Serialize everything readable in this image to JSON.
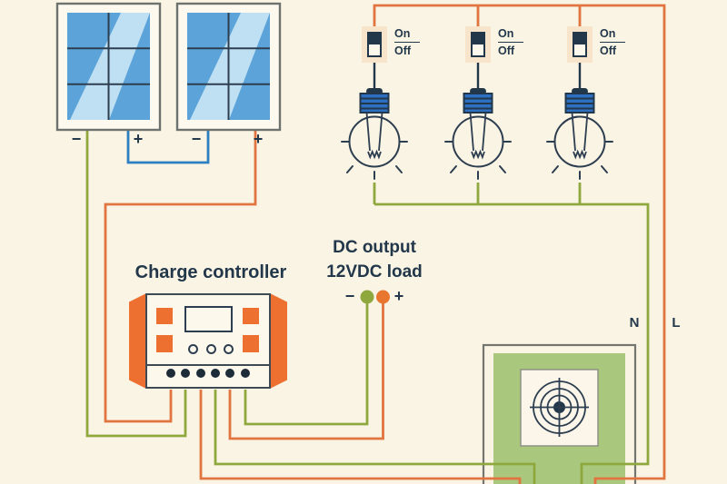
{
  "solar_array": {
    "panel1_neg": "−",
    "panel1_pos": "+",
    "panel2_neg": "−",
    "panel2_pos": "+"
  },
  "switches": [
    {
      "on": "On",
      "off": "Off"
    },
    {
      "on": "On",
      "off": "Off"
    },
    {
      "on": "On",
      "off": "Off"
    }
  ],
  "controller": {
    "title": "Charge controller"
  },
  "dc_output": {
    "title_line1": "DC output",
    "title_line2": "12VDC load",
    "neg_sign": "−",
    "pos_sign": "+"
  },
  "ac_labels": {
    "neutral": "N",
    "live": "L"
  },
  "colors": {
    "background": "#faf4e4",
    "wire_green": "#8fa83e",
    "wire_orange": "#e1743f",
    "wire_blue": "#2e7fc2",
    "wire_black": "#22374a",
    "device_orange": "#ee7031",
    "panel_blue": "#5ba3d9",
    "panel_blue_light": "#bfe0f2",
    "switch_background": "#f8e3cb",
    "meter_green": "#aac87d",
    "text_navy": "#22374a"
  }
}
